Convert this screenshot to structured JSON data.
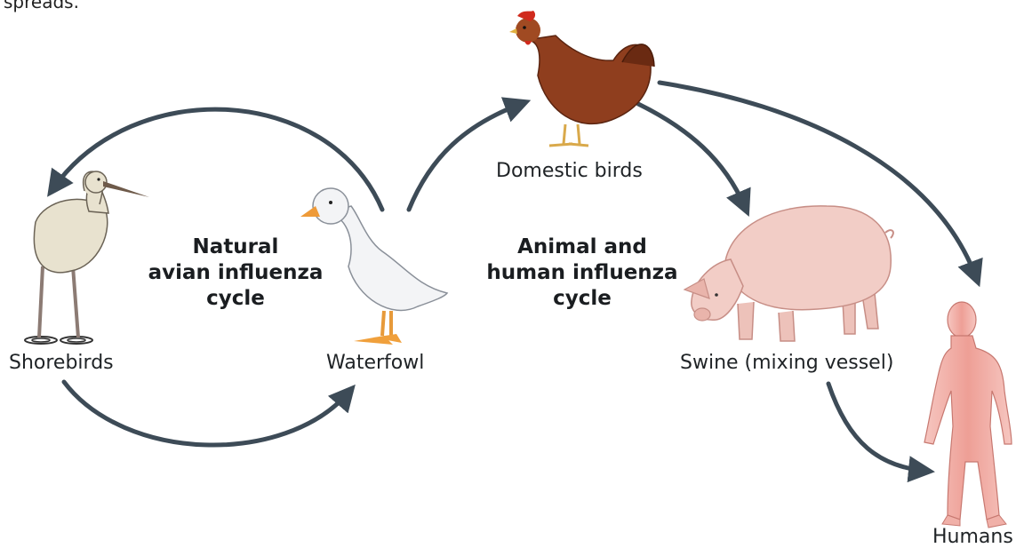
{
  "top_fragment": "spreads.",
  "labels": {
    "shorebirds": "Shorebirds",
    "waterfowl": "Waterfowl",
    "domestic_birds": "Domestic birds",
    "swine": "Swine (mixing vessel)",
    "humans": "Humans"
  },
  "cycles": {
    "natural": [
      "Natural",
      "avian influenza",
      "cycle"
    ],
    "animal_human": [
      "Animal and",
      "human influenza",
      "cycle"
    ]
  },
  "colors": {
    "arrow": "#3d4b57",
    "text": "#1f2326",
    "heron": "#e8e2cf",
    "duck": "#f3f4f6",
    "hen": "#8f3e1e",
    "pig": "#f2cdc6",
    "human": "#f0b0a8"
  }
}
